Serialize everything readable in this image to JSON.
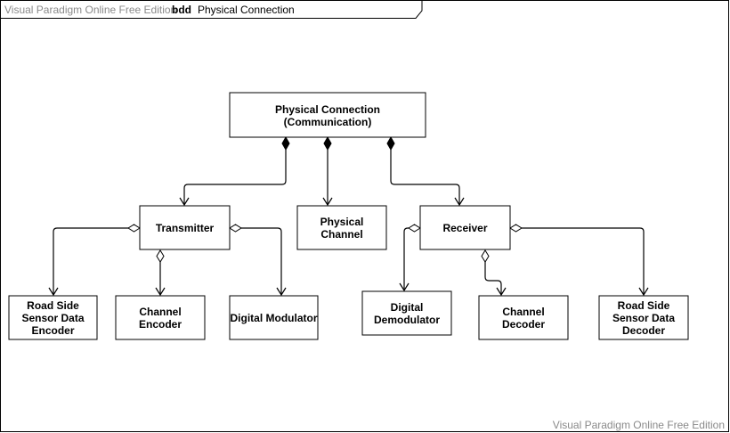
{
  "frame": {
    "watermark_top": "Visual Paradigm Online Free Edition",
    "keyword": "bdd",
    "title": "Physical Connection"
  },
  "watermark_bottom": "Visual Paradigm Online Free Edition",
  "blocks": {
    "root": [
      "Physical Connection",
      "(Communication)"
    ],
    "transmitter": [
      "Transmitter"
    ],
    "physical_channel": [
      "Physical",
      "Channel"
    ],
    "receiver": [
      "Receiver"
    ],
    "rss_encoder": [
      "Road Side",
      "Sensor Data",
      "Encoder"
    ],
    "channel_encoder": [
      "Channel",
      "Encoder"
    ],
    "digital_modulator": [
      "Digital Modulator"
    ],
    "digital_demodulator": [
      "Digital",
      "Demodulator"
    ],
    "channel_decoder": [
      "Channel",
      "Decoder"
    ],
    "rss_decoder": [
      "Road Side",
      "Sensor Data",
      "Decoder"
    ]
  },
  "relationships": [
    {
      "from": "root",
      "to": "transmitter",
      "kind": "composition"
    },
    {
      "from": "root",
      "to": "physical_channel",
      "kind": "composition"
    },
    {
      "from": "root",
      "to": "receiver",
      "kind": "composition"
    },
    {
      "from": "transmitter",
      "to": "rss_encoder",
      "kind": "aggregation"
    },
    {
      "from": "transmitter",
      "to": "channel_encoder",
      "kind": "aggregation"
    },
    {
      "from": "transmitter",
      "to": "digital_modulator",
      "kind": "aggregation"
    },
    {
      "from": "receiver",
      "to": "digital_demodulator",
      "kind": "aggregation"
    },
    {
      "from": "receiver",
      "to": "channel_decoder",
      "kind": "aggregation"
    },
    {
      "from": "receiver",
      "to": "rss_decoder",
      "kind": "aggregation"
    }
  ]
}
